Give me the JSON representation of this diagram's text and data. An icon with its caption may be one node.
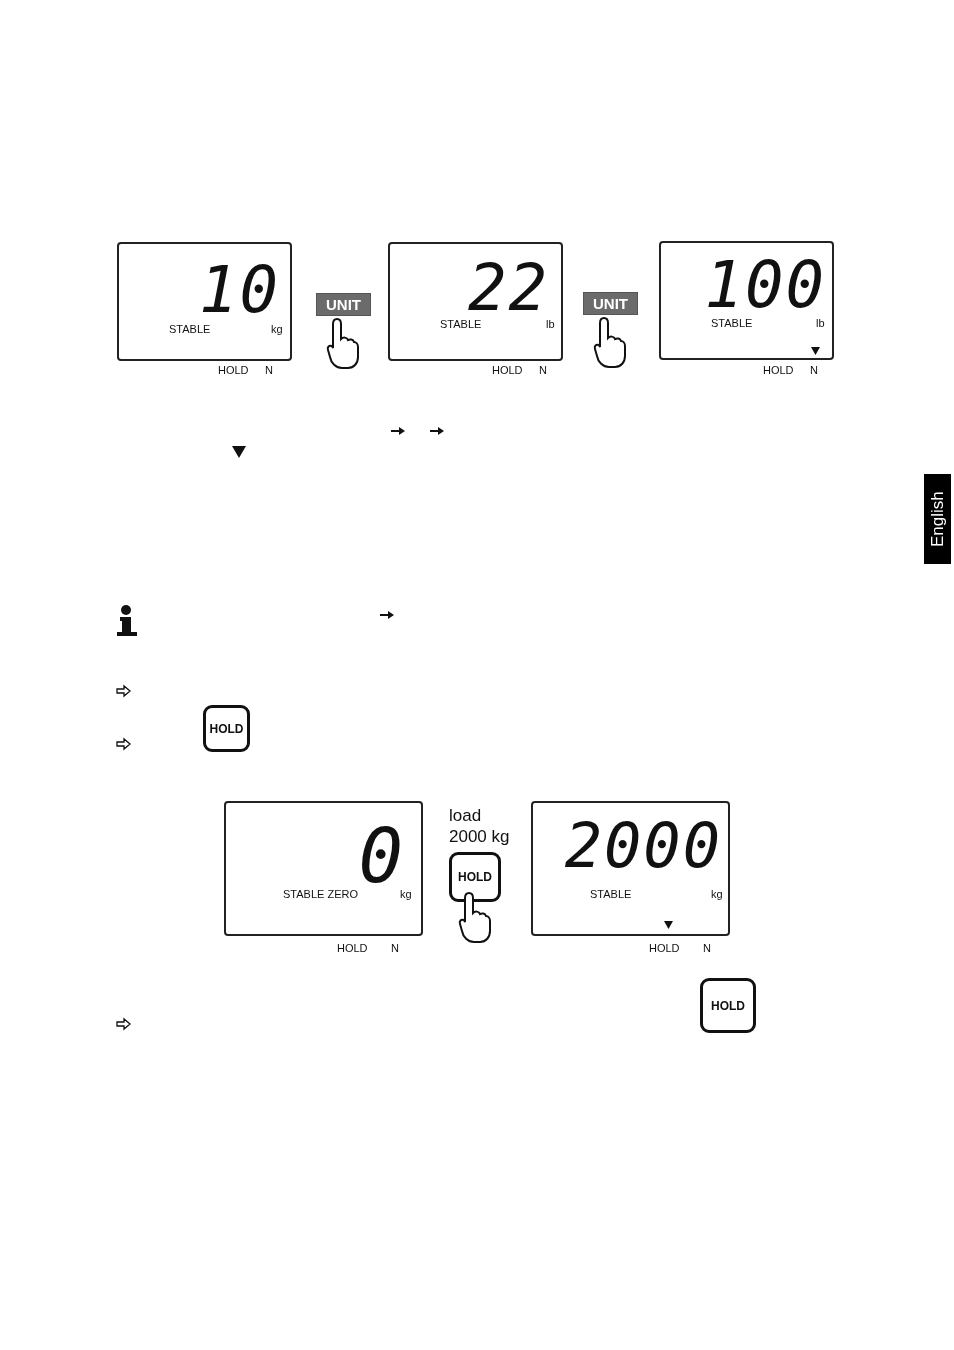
{
  "diagram": {
    "nodes": [
      {
        "text": [
          "10",
          "STABLE",
          "kg"
        ],
        "beside": [
          "HOLD",
          "N"
        ]
      },
      {
        "text": [
          "UNIT"
        ]
      },
      {
        "text": [
          "22",
          "STABLE",
          "lb"
        ],
        "beside": [
          "HOLD",
          "N"
        ]
      },
      {
        "text": [
          "UNIT"
        ]
      },
      {
        "text": [
          "100",
          "STABLE",
          "lb"
        ],
        "beside": [
          "HOLD",
          "N"
        ]
      },
      {
        "text": [
          "HOLD"
        ]
      },
      {
        "text": [
          "0",
          "STABLE ZERO",
          "kg"
        ],
        "beside": [
          "HOLD",
          "N"
        ]
      },
      {
        "text": [
          "HOLD"
        ]
      },
      {
        "text": [
          "2000",
          "STABLE",
          "kg"
        ],
        "beside": [
          "HOLD",
          "N"
        ]
      },
      {
        "text": [
          "HOLD"
        ]
      }
    ],
    "labels": [
      "load 2000 kg",
      "English"
    ]
  }
}
